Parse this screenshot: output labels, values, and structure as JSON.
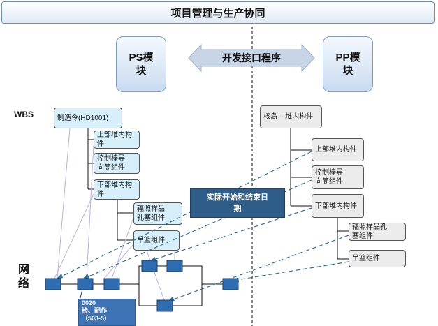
{
  "title": "项目管理与生产协同",
  "ps_module": "PS模\n块",
  "pp_module": "PP模\n块",
  "interface_label": "开发接口程序",
  "wbs_label": "WBS",
  "network_label": "网\n络",
  "ps_wbs": {
    "root": "制造令(HD1001)",
    "upper": "上部堆内构件",
    "control": "控制棒导\n向筒组件",
    "lower": "下部堆内构件",
    "irradiation": "辐照样品\n孔塞组件",
    "basket": "吊篮组件"
  },
  "pp_bom": {
    "root": "核岛 – 堆内构件",
    "upper": "上部堆内构件",
    "control": "控制棒导\n向筒组件",
    "lower": "下部堆内构件",
    "irradiation": "辐照样品孔\n塞组件",
    "basket": "吊篮组件"
  },
  "actual_dates_label": "实际开始和结束日\n期",
  "activity_callout": "0020\n检、配作\n（503-5）",
  "colors": {
    "ps_box": "#d6effa",
    "pp_box": "#ececec",
    "network_node": "#2f6db3",
    "dashed_link": "#2f6f9a"
  }
}
